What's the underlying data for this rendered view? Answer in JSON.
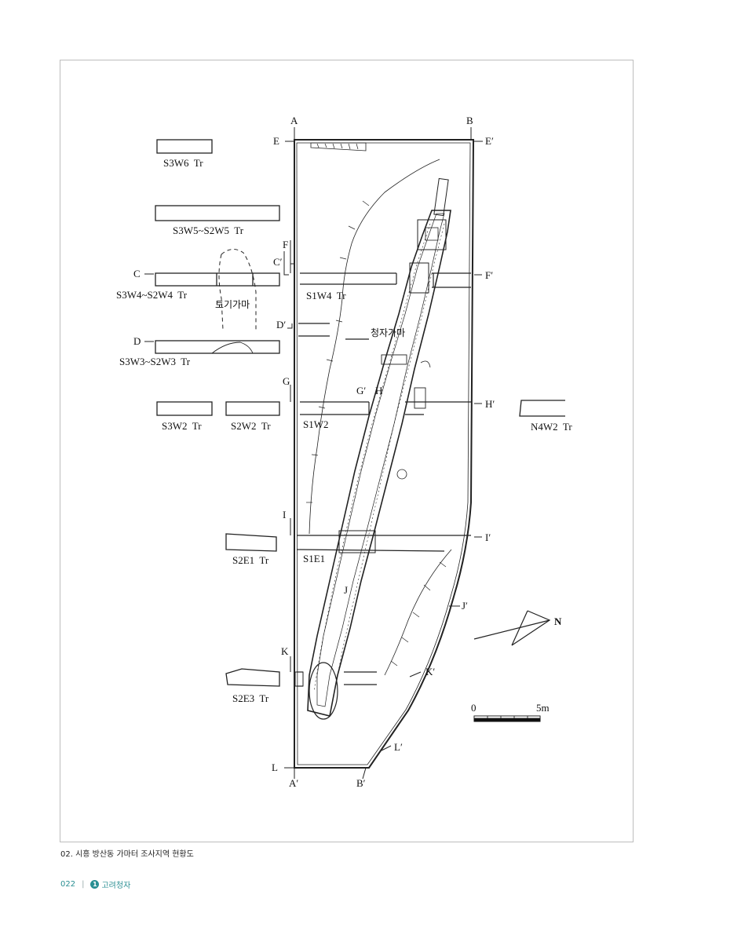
{
  "section_markers": {
    "A": "A",
    "A_prime": "A′",
    "B": "B",
    "B_prime": "B′",
    "C": "C",
    "C_prime": "C′",
    "D": "D",
    "D_prime": "D′",
    "E": "E",
    "E_prime": "E′",
    "F": "F",
    "F_prime": "F′",
    "G": "G",
    "G_prime": "G′",
    "H": "H",
    "H_prime": "H′",
    "I": "I",
    "I_prime": "I′",
    "J": "J",
    "J_prime": "J′",
    "K": "K",
    "K_prime": "K′",
    "L": "L",
    "L_prime": "L′"
  },
  "trenches": {
    "s3w6": "S3W6  Tr",
    "s3w5_s2w5": "S3W5~S2W5  Tr",
    "s3w4_s2w4": "S3W4~S2W4  Tr",
    "s3w3_s2w3": "S3W3~S2W3  Tr",
    "s3w2": "S3W2  Tr",
    "s2w2": "S2W2  Tr",
    "n4w2": "N4W2  Tr",
    "s2e1": "S2E1  Tr",
    "s2e3": "S2E3  Tr",
    "s1w4": "S1W4  Tr",
    "s1w2": "S1W2",
    "s1e1": "S1E1"
  },
  "features": {
    "pottery_kiln": "토기가마",
    "celadon_kiln": "청자가마"
  },
  "north_arrow": {
    "label": "N"
  },
  "scale_bar": {
    "start": "0",
    "end": "5m"
  },
  "caption": "02. 시흥 방산동 가마터 조사지역 현황도",
  "footer": {
    "page_number": "022",
    "chapter_number": "1",
    "chapter_title": "고려청자"
  }
}
